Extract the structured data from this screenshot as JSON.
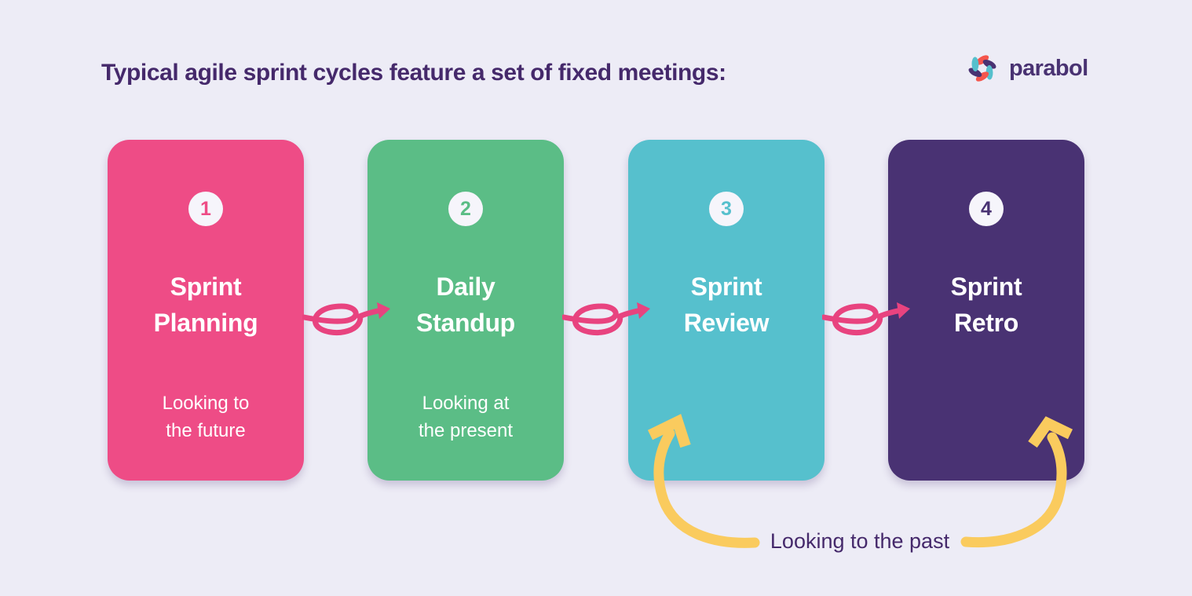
{
  "header": {
    "title": "Typical agile sprint cycles feature a set of fixed meetings:",
    "logo_text": "parabol"
  },
  "cards": [
    {
      "number": "1",
      "title_line1": "Sprint",
      "title_line2": "Planning",
      "subtitle_line1": "Looking to",
      "subtitle_line2": "the future",
      "color": "#EE4C86"
    },
    {
      "number": "2",
      "title_line1": "Daily",
      "title_line2": "Standup",
      "subtitle_line1": "Looking at",
      "subtitle_line2": "the present",
      "color": "#5BBD86"
    },
    {
      "number": "3",
      "title_line1": "Sprint",
      "title_line2": "Review",
      "subtitle_line1": "",
      "subtitle_line2": "",
      "color": "#56C0CD"
    },
    {
      "number": "4",
      "title_line1": "Sprint",
      "title_line2": "Retro",
      "subtitle_line1": "",
      "subtitle_line2": "",
      "color": "#493273"
    }
  ],
  "annotations": {
    "past_label": "Looking to the past"
  },
  "colors": {
    "background": "#EDECF6",
    "ink": "#45296B",
    "connector_pink": "#E8437F",
    "arrow_yellow": "#FACB5E",
    "badge_bg": "#F6F5FB",
    "text_white": "#FFFFFF",
    "logo_coral": "#F5554C",
    "logo_grape": "#493272",
    "logo_aqua": "#55C0CD"
  }
}
